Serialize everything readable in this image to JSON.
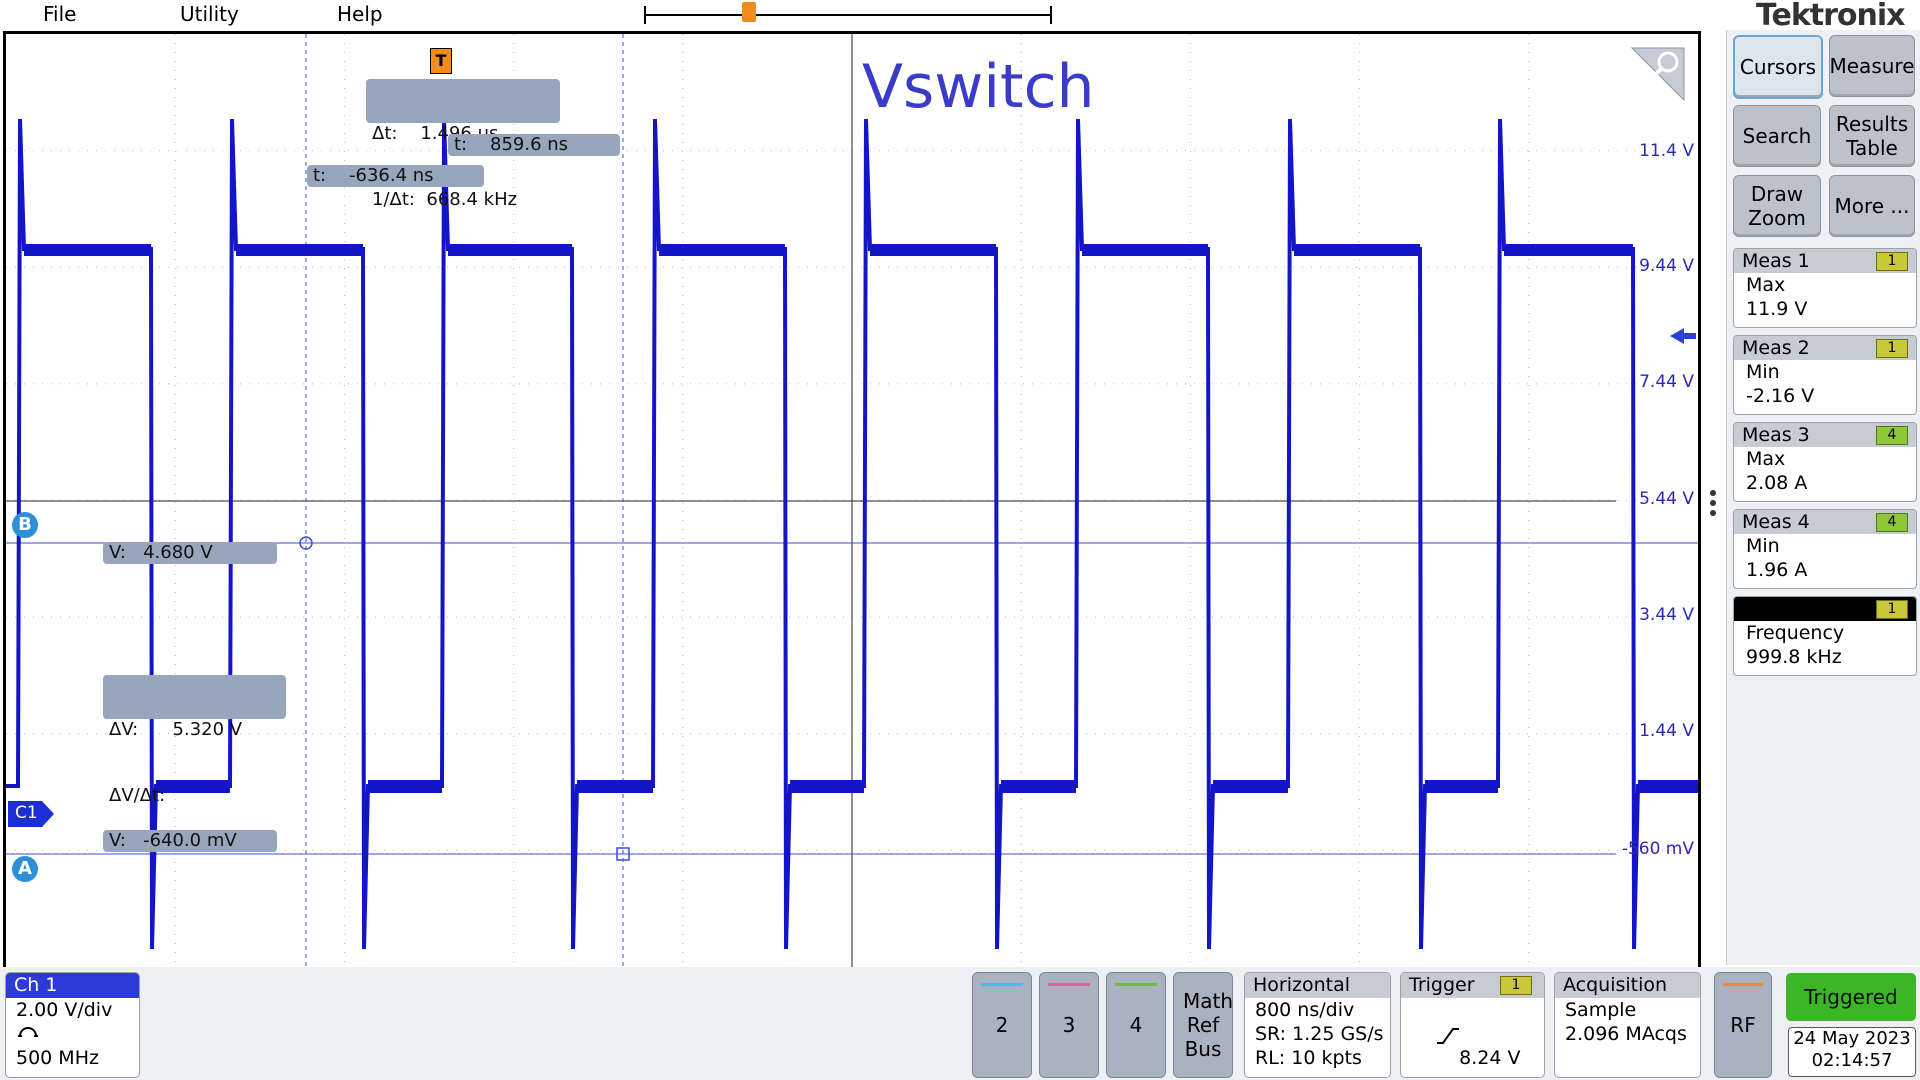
{
  "menu": {
    "file": "File",
    "utility": "Utility",
    "help": "Help"
  },
  "brand": "Tektronix",
  "right_panel": {
    "cursors": "Cursors",
    "measure": "Measure",
    "search": "Search",
    "results_table": "Results Table",
    "draw_zoom": "Draw Zoom",
    "more": "More ..."
  },
  "measurements": [
    {
      "title": "Meas 1",
      "channel": "1",
      "type": "Max",
      "value": "11.9 V"
    },
    {
      "title": "Meas 2",
      "channel": "1",
      "type": "Min",
      "value": "-2.16 V"
    },
    {
      "title": "Meas 3",
      "channel": "4",
      "type": "Max",
      "value": "2.08 A"
    },
    {
      "title": "Meas 4",
      "channel": "4",
      "type": "Min",
      "value": "1.96 A"
    }
  ],
  "frequency": {
    "channel": "1",
    "label": "Frequency",
    "value": "999.8 kHz"
  },
  "waveform": {
    "title": "Vswitch",
    "trigger_marker": "T",
    "cursor_readouts": {
      "dt": "Δt:    1.496 μs",
      "inv_dt": "1/Δt:  668.4 kHz",
      "t_b": "t:    859.6 ns",
      "t_a": "t:    -636.4 ns",
      "v_b": "V:   4.680 V",
      "dv": "ΔV:      5.320 V",
      "dvdt": "ΔV/Δt:",
      "v_a": "V:   -640.0 mV"
    },
    "cursor_b_label": "B",
    "cursor_a_label": "A",
    "channel_label": "C1",
    "vscale": [
      "11.4 V",
      "9.44 V",
      "7.44 V",
      "5.44 V",
      "3.44 V",
      "1.44 V",
      "-560 mV"
    ]
  },
  "bottom": {
    "ch1_title": "Ch 1",
    "ch1_vdiv": "2.00 V/div",
    "ch1_bw": "500 MHz",
    "ch2": "2",
    "ch3": "3",
    "ch4": "4",
    "math_ref_bus": "Math Ref Bus",
    "horizontal_title": "Horizontal",
    "horizontal_scale": "800 ns/div",
    "horizontal_sr": "SR: 1.25 GS/s",
    "horizontal_rl": "RL: 10 kpts",
    "trigger_title": "Trigger",
    "trigger_channel": "1",
    "trigger_level": "8.24 V",
    "acq_title": "Acquisition",
    "acq_mode": "Sample",
    "acq_count": "2.096 MAcqs",
    "rf": "RF",
    "triggered": "Triggered",
    "date": "24 May 2023",
    "time": "02:14:57"
  },
  "colors": {
    "trace": "#1515c8",
    "accent": "#3a3acc",
    "triggered": "#3cb527"
  }
}
